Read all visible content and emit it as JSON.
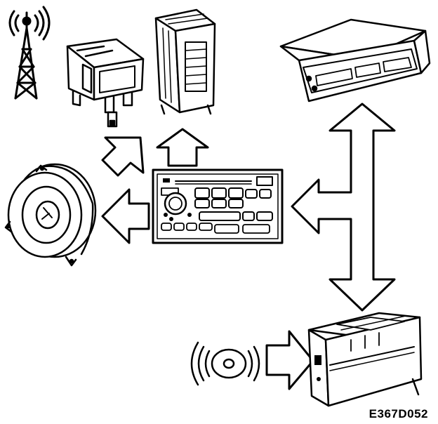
{
  "figure": {
    "reference_code": "E367D052"
  },
  "colors": {
    "line": "#000000",
    "fill": "#ffffff",
    "shade": "#1a1a1a"
  },
  "components": {
    "antenna": "antenna-tower-icon",
    "antenna_amplifier": "antenna-amplifier-unit",
    "amplifier": "power-amplifier-unit",
    "display": "display-unit",
    "head_unit": "radio-head-unit",
    "speaker": "loudspeaker",
    "cd_changer": "cd-changer-unit",
    "cd_disc": "cd-disc-icon"
  }
}
